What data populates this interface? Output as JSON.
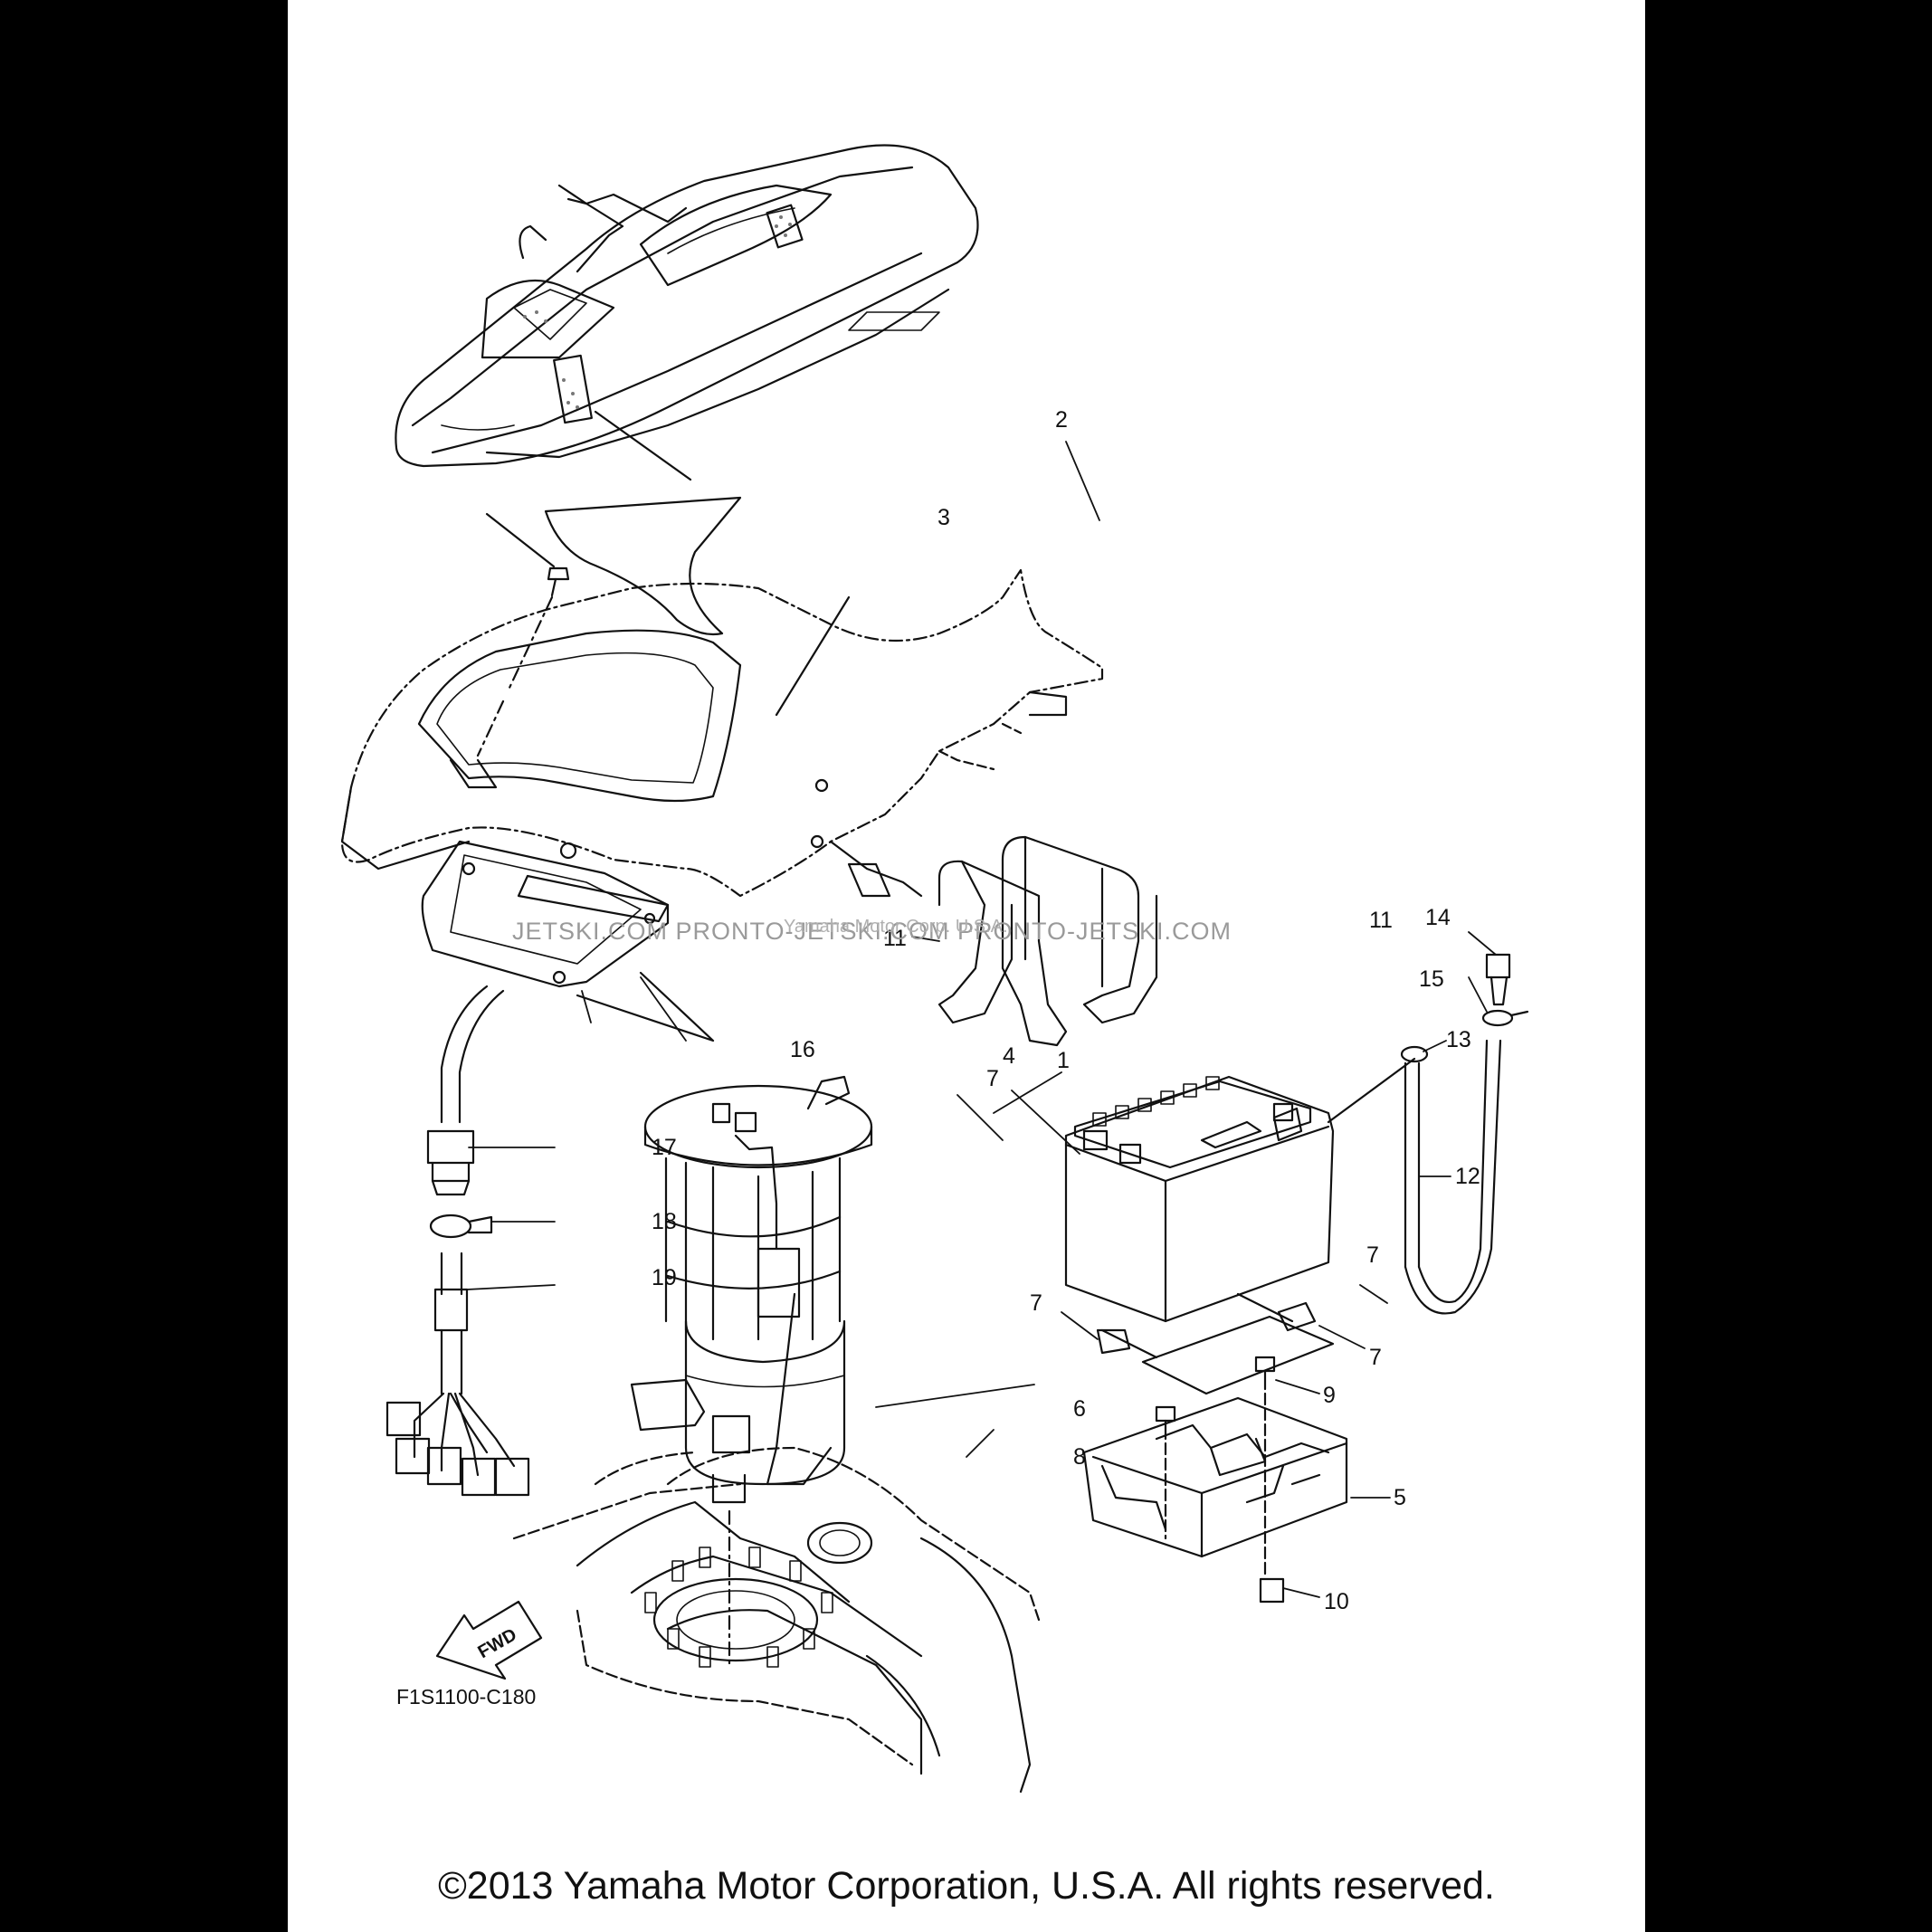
{
  "diagram_code": "F1S1100-C180",
  "copyright": "©2013 Yamaha Motor Corporation, U.S.A. All rights reserved.",
  "watermark": "JETSKI.COM  PRONTO-JETSKI.COM  PRONTO-JETSKI.COM",
  "watermark_sub": "Yamaha Motor Corp. U.S.A.",
  "direction_label": "FWD",
  "callouts": {
    "c1": "1",
    "c2": "2",
    "c3": "3",
    "c4": "4",
    "c5": "5",
    "c6": "6",
    "c7a": "7",
    "c7b": "7",
    "c7c": "7",
    "c7d": "7",
    "c8": "8",
    "c9": "9",
    "c10": "10",
    "c11a": "11",
    "c11b": "11",
    "c12": "12",
    "c13": "13",
    "c14": "14",
    "c15": "15",
    "c16": "16",
    "c17": "17",
    "c18": "18",
    "c19": "19"
  }
}
